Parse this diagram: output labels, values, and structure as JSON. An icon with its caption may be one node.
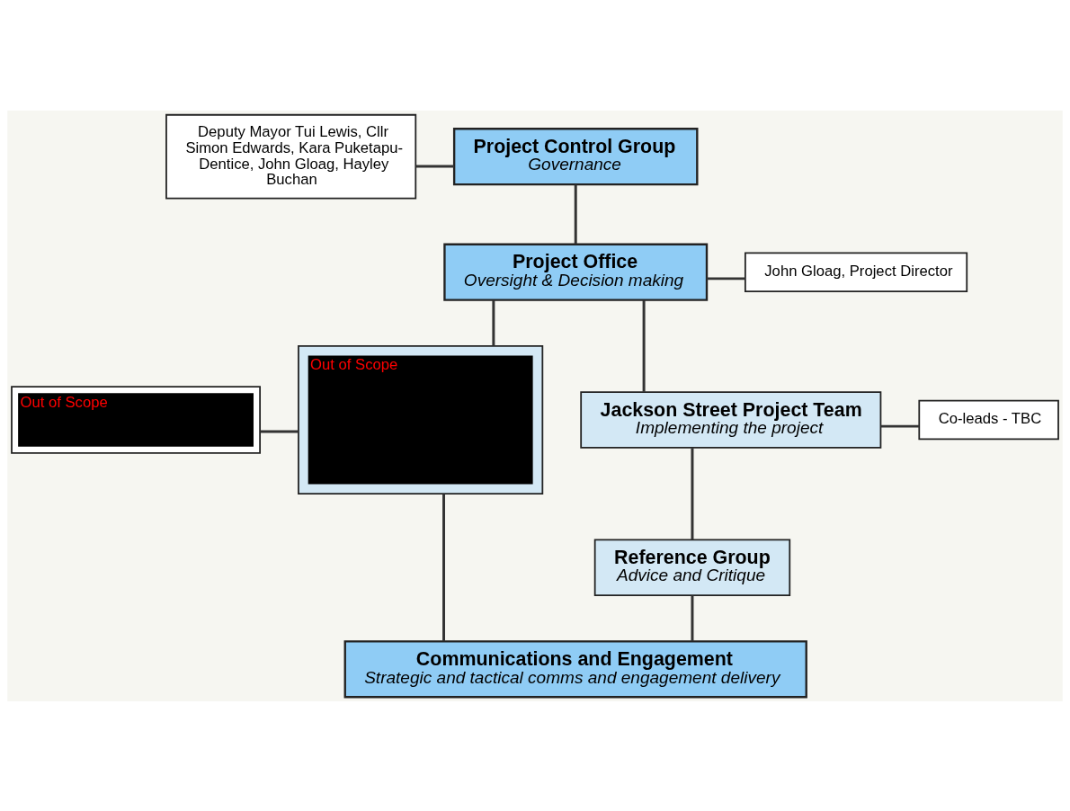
{
  "diagram": {
    "nodes": [
      {
        "text": [
          "Deputy Mayor Tui Lewis, Cllr Simon Edwards, Kara Puketapu-Dentice, John Gloag, Hayley Buchan"
        ]
      },
      {
        "text": [
          "Project Control Group",
          "Governance"
        ]
      },
      {
        "text": [
          "Project Office",
          "Oversight & Decision making"
        ]
      },
      {
        "text": [
          "John Gloag, Project Director"
        ]
      },
      {
        "text": [
          "Out of Scope"
        ]
      },
      {
        "text": [
          "Out of Scope"
        ]
      },
      {
        "text": [
          "Jackson Street Project Team",
          "Implementing the project"
        ]
      },
      {
        "text": [
          "Co-leads - TBC"
        ]
      },
      {
        "text": [
          "Reference Group",
          "Advice and Critique"
        ]
      },
      {
        "text": [
          "Communications and Engagement",
          "Strategic and tactical comms and engagement delivery"
        ]
      }
    ],
    "edges": [
      {
        "from": 0,
        "to": 1,
        "arrow": "none"
      },
      {
        "from": 1,
        "to": 2,
        "arrow": "none"
      },
      {
        "from": 2,
        "to": 3,
        "arrow": "none"
      },
      {
        "from": 2,
        "to": 5,
        "arrow": "none"
      },
      {
        "from": 2,
        "to": 6,
        "arrow": "none"
      },
      {
        "from": 4,
        "to": 5,
        "arrow": "none"
      },
      {
        "from": 6,
        "to": 7,
        "arrow": "none"
      },
      {
        "from": 6,
        "to": 8,
        "arrow": "none"
      },
      {
        "from": 5,
        "to": 9,
        "arrow": "none"
      },
      {
        "from": 8,
        "to": 9,
        "arrow": "none"
      }
    ]
  }
}
